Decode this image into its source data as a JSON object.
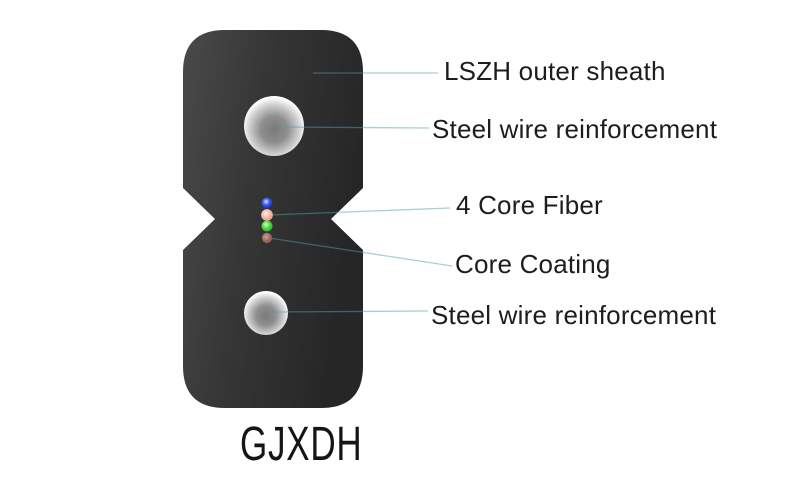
{
  "diagram": {
    "model_label": "GJXDH",
    "labels": [
      {
        "id": "lszh-outer-sheath",
        "text": "LSZH outer sheath"
      },
      {
        "id": "steel-wire-reinforcement-top",
        "text": "Steel wire reinforcement"
      },
      {
        "id": "four-core-fiber",
        "text": "4 Core Fiber"
      },
      {
        "id": "core-coating",
        "text": "Core Coating"
      },
      {
        "id": "steel-wire-reinforcement-bottom",
        "text": "Steel wire reinforcement"
      }
    ],
    "colors": {
      "cable_body": "#333333",
      "steel_wire_center": "#8e8e8e",
      "steel_wire_edge": "#ffffff",
      "leader_line": "#7fb8c0",
      "label_text": "#1d1d1d",
      "fiber_blue": "#2b46e6",
      "fiber_salmon": "#f0a896",
      "fiber_green": "#3fc432",
      "fiber_brown_coating": "#8d5d55"
    }
  }
}
